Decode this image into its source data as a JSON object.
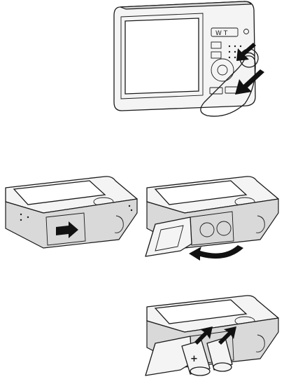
{
  "figures": [
    {
      "id": "step-1",
      "depicts": "hand-strap-attachment",
      "icons": [
        "camera-back-icon",
        "wrist-strap-icon",
        "insert-arrow-icon"
      ]
    },
    {
      "id": "step-2",
      "depicts": "open-battery-door",
      "icons": [
        "camera-underside-icon",
        "slide-arrow-icon",
        "battery-door-icon",
        "swing-arrow-icon"
      ]
    },
    {
      "id": "step-3",
      "depicts": "insert-batteries",
      "icons": [
        "camera-underside-icon",
        "aa-battery-icon",
        "insert-arrow-icon"
      ]
    }
  ],
  "battery_labels": {
    "positive": "+",
    "negative": "−"
  },
  "colors": {
    "line": "#1a1a1a",
    "arrow": "#111111",
    "body": "#f4f4f4",
    "side": "#d9d9d9"
  }
}
